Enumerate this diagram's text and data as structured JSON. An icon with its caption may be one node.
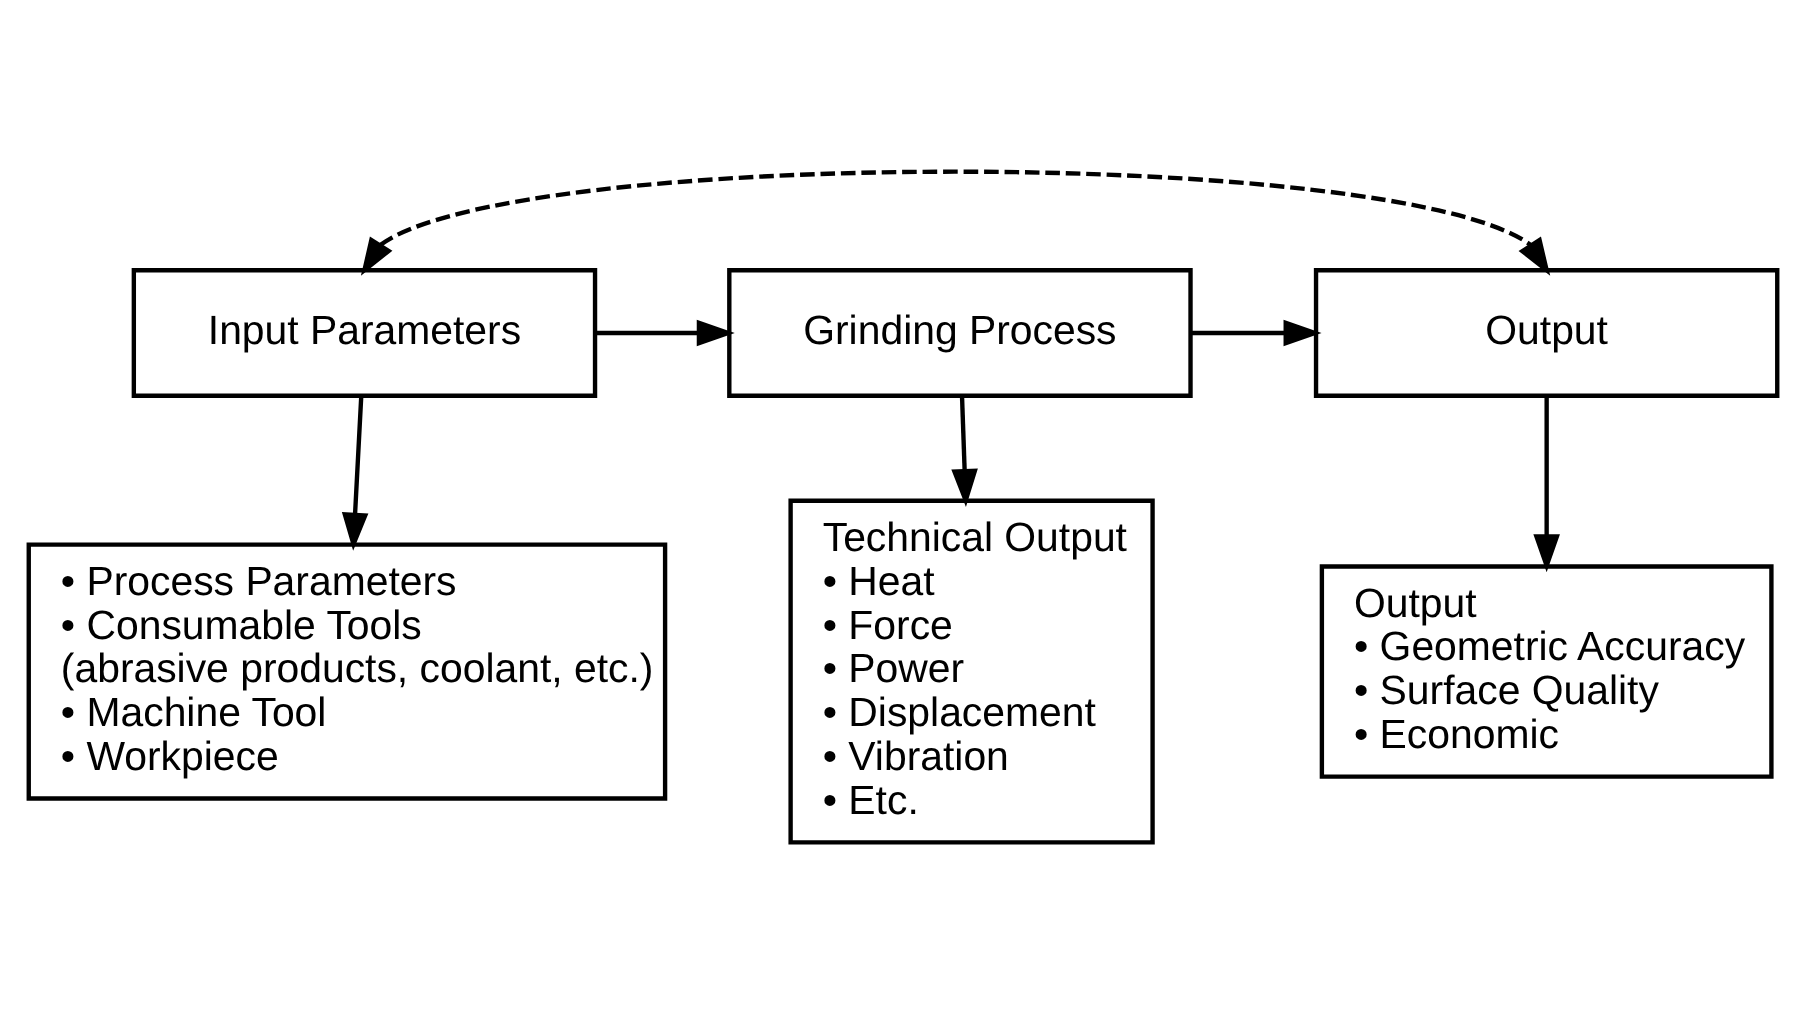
{
  "diagram": {
    "nodes": [
      {
        "text": [
          "Input Parameters"
        ]
      },
      {
        "text": [
          "Grinding Process"
        ]
      },
      {
        "text": [
          "Output"
        ]
      },
      {
        "text": [
          "• Process Parameters",
          "• Consumable Tools",
          "(abrasive products, coolant, etc.)",
          "• Machine Tool",
          "• Workpiece"
        ]
      },
      {
        "text": [
          "Technical Output",
          "• Heat",
          "• Force",
          "• Power",
          "• Displacement",
          "• Vibration",
          "• Etc."
        ]
      },
      {
        "text": [
          "Output",
          "• Geometric Accuracy",
          "• Surface Quality",
          "• Economic"
        ]
      }
    ],
    "edges": [
      {
        "from": 0,
        "to": 1,
        "arrow": "to"
      },
      {
        "from": 1,
        "to": 2,
        "arrow": "to"
      },
      {
        "from": 0,
        "to": 2,
        "arrow": "both",
        "style": "dashed"
      },
      {
        "from": 0,
        "to": 3,
        "arrow": "to"
      },
      {
        "from": 1,
        "to": 4,
        "arrow": "to"
      },
      {
        "from": 2,
        "to": 5,
        "arrow": "to"
      }
    ]
  }
}
